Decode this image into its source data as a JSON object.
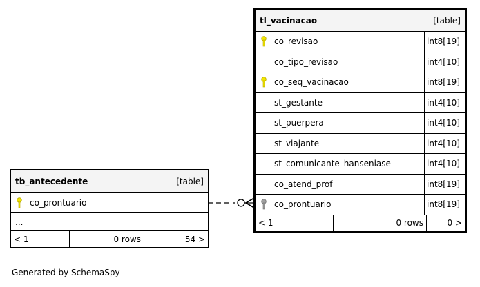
{
  "tl_vacinacao": {
    "name": "tl_vacinacao",
    "kind": "[table]",
    "columns": [
      {
        "name": "co_revisao",
        "type": "int8[19]",
        "key": "primary"
      },
      {
        "name": "co_tipo_revisao",
        "type": "int4[10]",
        "key": ""
      },
      {
        "name": "co_seq_vacinacao",
        "type": "int8[19]",
        "key": "primary"
      },
      {
        "name": "st_gestante",
        "type": "int4[10]",
        "key": ""
      },
      {
        "name": "st_puerpera",
        "type": "int4[10]",
        "key": ""
      },
      {
        "name": "st_viajante",
        "type": "int4[10]",
        "key": ""
      },
      {
        "name": "st_comunicante_hanseniase",
        "type": "int4[10]",
        "key": ""
      },
      {
        "name": "co_atend_prof",
        "type": "int8[19]",
        "key": ""
      },
      {
        "name": "co_prontuario",
        "type": "int8[19]",
        "key": "foreign"
      }
    ],
    "footer": {
      "parents": "< 1",
      "rows": "0 rows",
      "children": "0 >"
    }
  },
  "tb_antecedente": {
    "name": "tb_antecedente",
    "kind": "[table]",
    "columns": [
      {
        "name": "co_prontuario",
        "key": "primary"
      }
    ],
    "more": "...",
    "footer": {
      "parents": "< 1",
      "rows": "0 rows",
      "children": "54 >"
    }
  },
  "generated_by": "Generated by SchemaSpy",
  "colors": {
    "primary_key": "#f2e600",
    "foreign_key": "#a0a0a0",
    "header_bg": "#f4f4f4"
  }
}
